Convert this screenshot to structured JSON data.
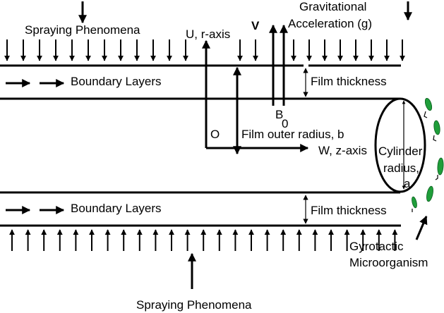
{
  "labels": {
    "spraying_top": "Spraying Phenomena",
    "spraying_bottom": "Spraying Phenomena",
    "gravity_line1": "Gravitational",
    "gravity_line2": "Acceleration (g)",
    "u_axis": "U, r-axis",
    "v_label": "V",
    "boundary_top": "Boundary Layers",
    "boundary_bottom": "Boundary Layers",
    "film_thickness_top": "Film thickness",
    "film_thickness_bottom": "Film thickness",
    "b0_b": "B",
    "b0_0": "0",
    "origin": "O",
    "film_outer_radius": "Film outer radius, b",
    "w_axis": "W, z-axis",
    "cylinder_1": "Cylinder",
    "cylinder_2": "radius,",
    "cylinder_3": "a",
    "gyrotactic_1": "Gyrotactic",
    "gyrotactic_2": "Microorganism"
  },
  "colors": {
    "ink": "#000000",
    "microorganism": "#1f9e3a"
  }
}
